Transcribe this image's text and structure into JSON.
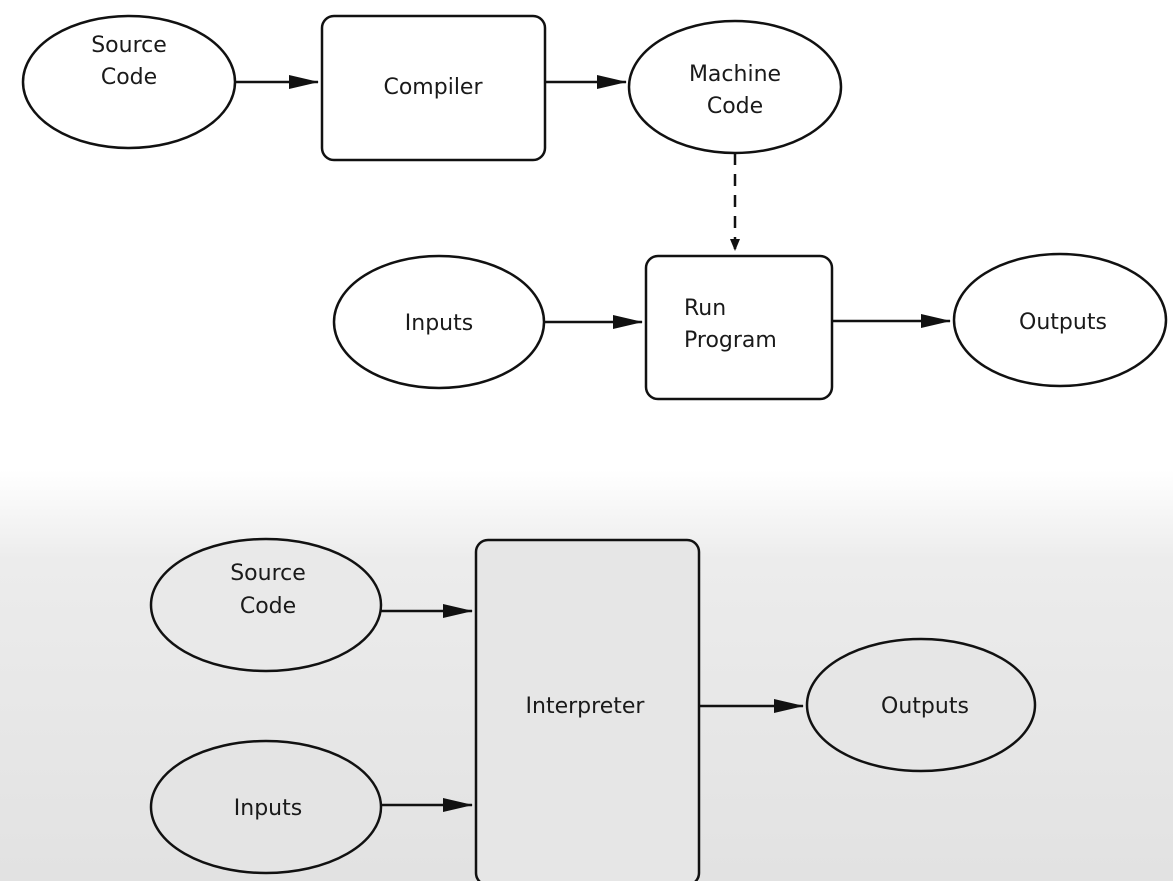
{
  "compiler_diagram": {
    "source_code": {
      "line1": "Source",
      "line2": "Code"
    },
    "compiler": "Compiler",
    "machine_code": {
      "line1": "Machine",
      "line2": "Code"
    },
    "inputs": "Inputs",
    "run_program": {
      "line1": "Run",
      "line2": "Program"
    },
    "outputs": "Outputs"
  },
  "interpreter_diagram": {
    "source_code": {
      "line1": "Source",
      "line2": "Code"
    },
    "inputs": "Inputs",
    "interpreter": "Interpreter",
    "outputs": "Outputs"
  }
}
